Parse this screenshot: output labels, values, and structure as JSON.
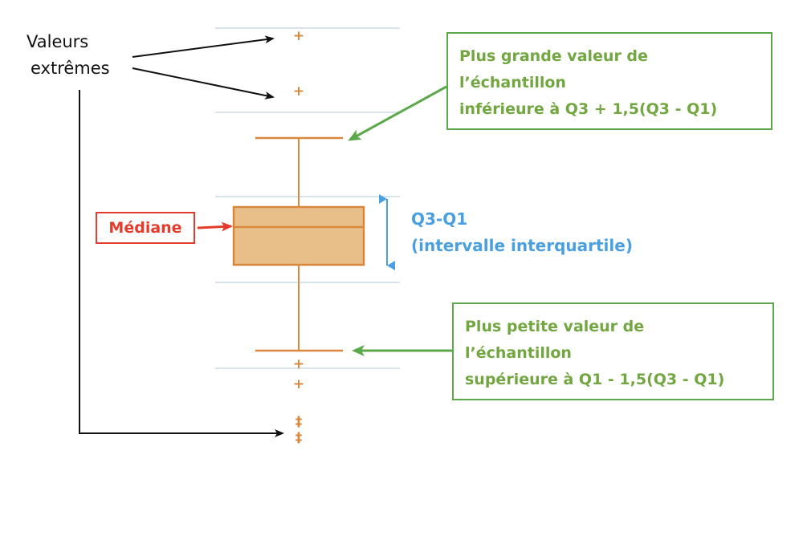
{
  "colors": {
    "orange": "#d9873a",
    "box_fill": "#e9bf89",
    "green": "#5aa84a",
    "green_text": "#72a640",
    "red": "#e53b2c",
    "blue": "#4a9fe0",
    "black": "#111111",
    "grid": "#d8e4ea"
  },
  "labels": {
    "outliers": [
      "Valeurs",
      "extrêmes"
    ],
    "max_box": [
      "Plus grande valeur de",
      "l’échantillon",
      "inférieure à Q3 + 1,5(Q3 - Q1)"
    ],
    "min_box": [
      "Plus petite valeur de",
      "l’échantillon",
      "supérieure à Q1 - 1,5(Q3 - Q1)"
    ],
    "median": "Médiane",
    "iqr": [
      "Q3-Q1",
      "(intervalle interquartile)"
    ],
    "outlier_marks": [
      "+",
      "+",
      "+",
      "+",
      "‡",
      "‡"
    ]
  }
}
